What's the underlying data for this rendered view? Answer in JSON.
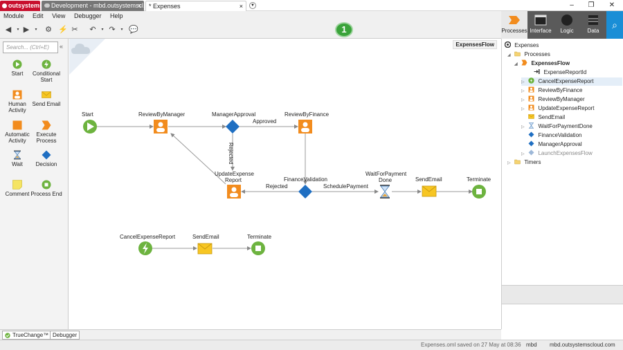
{
  "tabs": {
    "logo": "outsystems",
    "dev": "Development - mbd.outsystemscl...",
    "expenses": "* Expenses"
  },
  "menu": [
    "Module",
    "Edit",
    "View",
    "Debugger",
    "Help"
  ],
  "toolbar": {
    "step_badge": "1"
  },
  "toolbox": {
    "search_placeholder": "Search... (Ctrl+E)",
    "tools": [
      {
        "label": "Start"
      },
      {
        "label": "Conditional Start"
      },
      {
        "label": "Human Activity"
      },
      {
        "label": "Send Email"
      },
      {
        "label": "Automatic Activity"
      },
      {
        "label": "Execute Process"
      },
      {
        "label": "Wait"
      },
      {
        "label": "Decision"
      },
      {
        "label": "Comment"
      },
      {
        "label": "Process End"
      }
    ]
  },
  "canvas": {
    "flow_name": "ExpensesFlow",
    "nodes": {
      "start": "Start",
      "review_manager": "ReviewByManager",
      "manager_approval": "ManagerApproval",
      "review_finance": "ReviewByFinance",
      "update_report_1": "UpdateExpense",
      "update_report_2": "Report",
      "finance_validation": "FinanceValidation",
      "wait_payment_1": "WaitForPayment",
      "wait_payment_2": "Done",
      "send_email": "SendEmail",
      "terminate": "Terminate",
      "cancel_report": "CancelExpenseReport",
      "send_email_2": "SendEmail",
      "terminate_2": "Terminate"
    },
    "edges": {
      "approved": "Approved",
      "rejected_v": "Rejected",
      "rejected_h": "Rejected",
      "schedule_payment": "SchedulePayment"
    }
  },
  "right_tabs": [
    {
      "label": "Processes"
    },
    {
      "label": "Interface"
    },
    {
      "label": "Logic"
    },
    {
      "label": "Data"
    }
  ],
  "tree": {
    "root": "Expenses",
    "processes": "Processes",
    "flow": "ExpensesFlow",
    "items": [
      "ExpenseReportId",
      "CancelExpenseReport",
      "ReviewByFinance",
      "ReviewByManager",
      "UpdateExpenseReport",
      "SendEmail",
      "WaitForPaymentDone",
      "FinanceValidation",
      "ManagerApproval",
      "LaunchExpensesFlow"
    ],
    "timers": "Timers"
  },
  "bottom_tabs": [
    "TrueChange™",
    "Debugger"
  ],
  "status": {
    "saved": "Expenses.oml saved on 27 May at 08:36",
    "user": "mbd",
    "server": "mbd.outsystemscloud.com"
  },
  "colors": {
    "accent_green": "#6db33f",
    "human_orange": "#f28c1e",
    "decision_blue": "#1f6fc2",
    "brand_red": "#c8102e",
    "search_blue": "#1a8ed6"
  }
}
